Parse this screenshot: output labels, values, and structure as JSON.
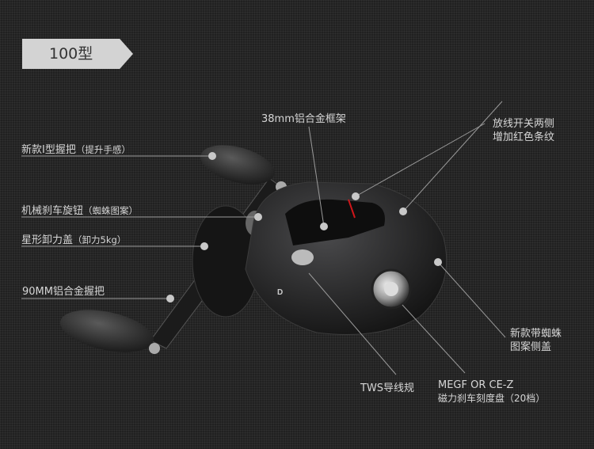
{
  "badge": "100型",
  "labels": {
    "handle": {
      "main": "新款I型握把",
      "sub": "（提升手感）"
    },
    "brake_knob": {
      "main": "机械刹车旋钮",
      "sub": "（蜘蛛图案）"
    },
    "star_drag": {
      "main": "星形卸力盖",
      "sub": "（卸力5kg）"
    },
    "arm": {
      "main": "90MM铝合金握把"
    },
    "frame": {
      "main": "38mm铝合金框架"
    },
    "clutch": {
      "line1": "放线开关两侧",
      "line2": "增加红色条纹"
    },
    "side_cover": {
      "line1": "新款带蜘蛛",
      "line2": "图案侧盖"
    },
    "tws": {
      "main": "TWS导线规"
    },
    "megf": {
      "line1": "MEGF OR CE-Z",
      "line2": "磁力刹车刻度盘（20档）"
    }
  },
  "colors": {
    "background": "#212121",
    "badge": "#d3d3d3",
    "clutch_stripe": "#d0161a"
  }
}
